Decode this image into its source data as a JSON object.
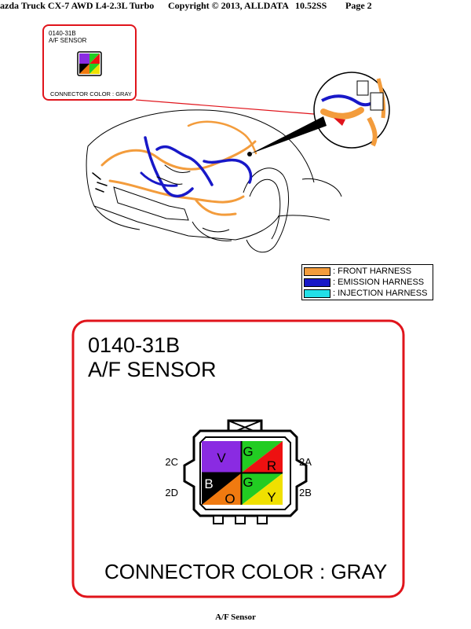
{
  "header": {
    "vehicle": "azda Truck CX-7 AWD L4-2.3L Turbo",
    "copyright": "Copyright © 2013, ALLDATA",
    "version": "10.52SS",
    "page": "Page 2"
  },
  "thumbnail": {
    "code": "0140-31B",
    "name": "A/F SENSOR",
    "connector_color": "CONNECTOR COLOR : GRAY"
  },
  "legend": [
    {
      "label": ": FRONT HARNESS",
      "color": "#F39C3C"
    },
    {
      "label": ": EMISSION HARNESS",
      "color": "#1818C8"
    },
    {
      "label": ": INJECTION HARNESS",
      "color": "#22E0E8"
    }
  ],
  "connector": {
    "code": "0140-31B",
    "name": "A/F SENSOR",
    "connector_color": "CONNECTOR COLOR : GRAY",
    "pins": {
      "left_top": "2C",
      "left_bottom": "2D",
      "right_top": "2A",
      "right_bottom": "2B"
    },
    "cells": {
      "top_left": "V",
      "top_right_upper": "G",
      "top_right_lower": "R",
      "bottom_left": "B",
      "bottom_center": "O",
      "bottom_right_upper": "G",
      "bottom_right_lower": "Y"
    },
    "colors": {
      "violet": "#8A2BE2",
      "green": "#22CC22",
      "red": "#EE1111",
      "black": "#000000",
      "orange": "#F07A10",
      "yellow": "#F0E000"
    },
    "border_color": "#E0141B"
  },
  "footer": {
    "caption": "A/F Sensor"
  }
}
